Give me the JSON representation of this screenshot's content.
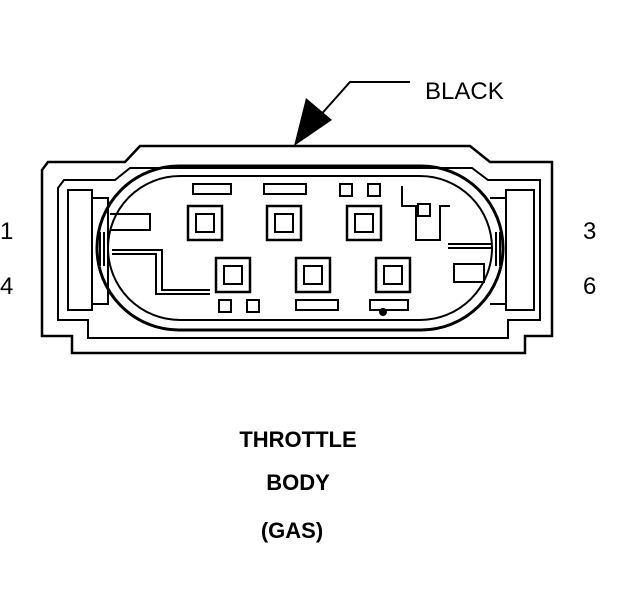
{
  "wire_color_label": "BLACK",
  "pin_labels": {
    "pin_1": "1",
    "pin_3": "3",
    "pin_4": "4",
    "pin_6": "6"
  },
  "caption": {
    "line1": "THROTTLE",
    "line2": "BODY",
    "line3": "(GAS)"
  },
  "colors": {
    "ink": "#000000",
    "background": "#ffffff"
  }
}
